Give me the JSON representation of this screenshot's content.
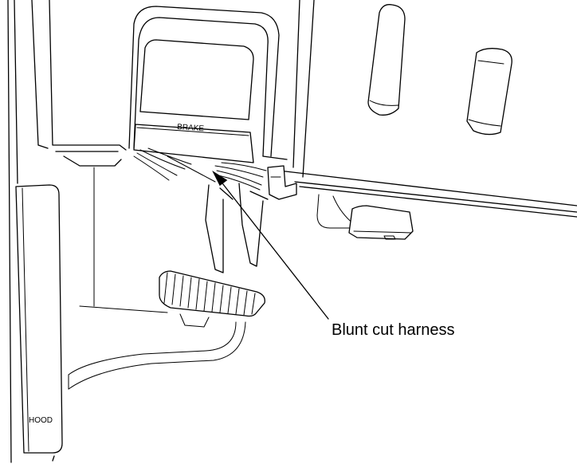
{
  "labels": {
    "brake": "BRAKE",
    "hood": "HOOD",
    "callout": "Blunt cut harness"
  }
}
